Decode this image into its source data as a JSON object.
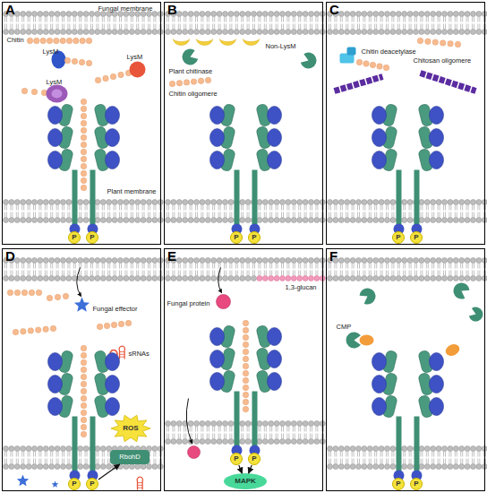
{
  "diagram": {
    "nodes": [
      {
        "text": [
          "A"
        ]
      },
      {
        "text": [
          "P"
        ],
        "in": 0
      },
      {
        "text": [
          "P"
        ],
        "in": 0
      },
      {
        "text": [
          "B"
        ]
      },
      {
        "text": [
          "P"
        ],
        "in": 3
      },
      {
        "text": [
          "P"
        ],
        "in": 3
      },
      {
        "text": [
          "C"
        ]
      },
      {
        "text": [
          "P"
        ],
        "in": 6
      },
      {
        "text": [
          "P"
        ],
        "in": 6
      },
      {
        "text": [
          "D"
        ]
      },
      {
        "text": [
          "ROS"
        ],
        "in": 9
      },
      {
        "text": [
          "RbohD"
        ],
        "in": 9
      },
      {
        "text": [
          "P"
        ],
        "in": 9
      },
      {
        "text": [
          "P"
        ],
        "in": 9
      },
      {
        "text": [
          "E"
        ]
      },
      {
        "text": [
          "P"
        ],
        "in": 14
      },
      {
        "text": [
          "P"
        ],
        "in": 14
      },
      {
        "text": [
          "MAPK"
        ],
        "in": 14
      },
      {
        "text": [
          "F"
        ]
      },
      {
        "text": [
          "P"
        ],
        "in": 18
      },
      {
        "text": [
          "P"
        ],
        "in": 18
      }
    ],
    "edges": [
      {
        "from": 13,
        "to": 11,
        "arrow": "to"
      },
      {
        "from": 15,
        "to": 17,
        "arrow": "to"
      },
      {
        "from": 16,
        "to": 17,
        "arrow": "to"
      }
    ],
    "labels": [
      "Fungal membrane",
      "Chitin",
      "LysM",
      "LysM",
      "LysM",
      "Plant membrane",
      "Non-LysM",
      "Plant chitinase",
      "Chitin oligomere",
      "Chitin deacetylase",
      "Chitosan oligomere",
      "Fungal effector",
      "sRNAs",
      "Fungal protein",
      "1,3-glucan",
      "CMP"
    ]
  }
}
